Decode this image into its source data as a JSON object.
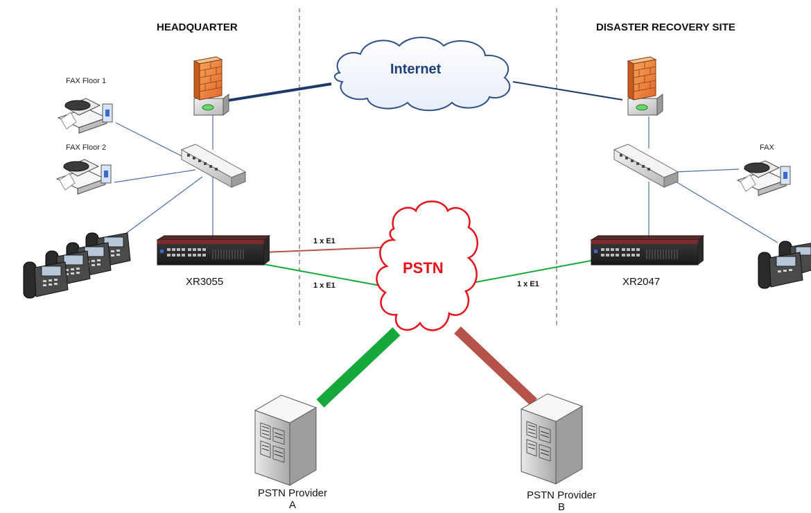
{
  "sections": {
    "hq": "HEADQUARTER",
    "dr": "DISASTER RECOVERY SITE"
  },
  "clouds": {
    "internet": "Internet",
    "pstn": "PSTN"
  },
  "devices": {
    "hq_router": "XR3055",
    "dr_router": "XR2047"
  },
  "fax": {
    "hq_fax_1": "FAX Floor 1",
    "hq_fax_2": "FAX Floor 2",
    "dr_fax": "FAX"
  },
  "links": {
    "hq_e1_top": "1 x E1",
    "hq_e1_bottom": "1 x E1",
    "dr_e1": "1 x E1"
  },
  "providers": {
    "a_line1": "PSTN Provider",
    "a_line2": "A",
    "b_line1": "PSTN Provider",
    "b_line2": "B"
  },
  "colors": {
    "internet_text": "#1f3f7a",
    "pstn_text": "#e8101a",
    "green_link": "#17a83c",
    "red_link": "#b5524a",
    "blue_link": "#4a6aa8",
    "dark_link": "#1f3a6a"
  }
}
